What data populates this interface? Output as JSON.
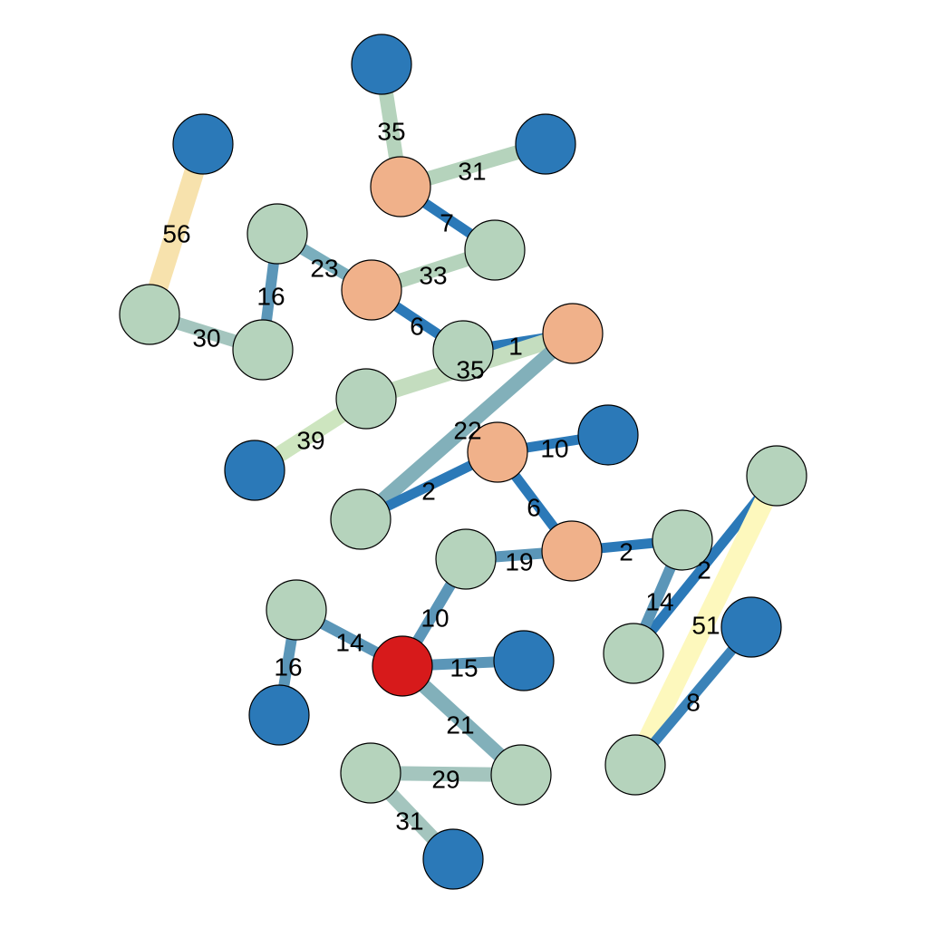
{
  "colors": {
    "background": "#ffffff",
    "node_blue": "#2b79b8",
    "node_green": "#b5d3bc",
    "node_orange": "#f0b18a",
    "node_red": "#d71a1b"
  },
  "graph": {
    "nodes": [
      {
        "id": "n1",
        "color": "#2b79b8"
      },
      {
        "id": "n2",
        "color": "#2b79b8"
      },
      {
        "id": "n3",
        "color": "#f0b18a"
      },
      {
        "id": "n4",
        "color": "#b5d3bc"
      },
      {
        "id": "n5",
        "color": "#2b79b8"
      },
      {
        "id": "n6",
        "color": "#b5d3bc"
      },
      {
        "id": "n7",
        "color": "#f0b18a"
      },
      {
        "id": "n8",
        "color": "#b5d3bc"
      },
      {
        "id": "n9",
        "color": "#b5d3bc"
      },
      {
        "id": "n10",
        "color": "#b5d3bc"
      },
      {
        "id": "n11",
        "color": "#f0b18a"
      },
      {
        "id": "n12",
        "color": "#b5d3bc"
      },
      {
        "id": "n13",
        "color": "#2b79b8"
      },
      {
        "id": "n14",
        "color": "#f0b18a"
      },
      {
        "id": "n15",
        "color": "#2b79b8"
      },
      {
        "id": "n16",
        "color": "#b5d3bc"
      },
      {
        "id": "n17",
        "color": "#b5d3bc"
      },
      {
        "id": "n18",
        "color": "#f0b18a"
      },
      {
        "id": "n19",
        "color": "#b5d3bc"
      },
      {
        "id": "n20",
        "color": "#b5d3bc"
      },
      {
        "id": "n21",
        "color": "#b5d3bc"
      },
      {
        "id": "n22",
        "color": "#d71a1b"
      },
      {
        "id": "n23",
        "color": "#2b79b8"
      },
      {
        "id": "n24",
        "color": "#b5d3bc"
      },
      {
        "id": "n25",
        "color": "#2b79b8"
      },
      {
        "id": "n26",
        "color": "#2b79b8"
      },
      {
        "id": "n27",
        "color": "#b5d3bc"
      },
      {
        "id": "n28",
        "color": "#b5d3bc"
      },
      {
        "id": "n29",
        "color": "#b5d3bc"
      },
      {
        "id": "n30",
        "color": "#2b79b8"
      }
    ],
    "edges": [
      {
        "source": "n1",
        "target": "n3",
        "label": "35",
        "color": "#b5d3bc",
        "width": 16
      },
      {
        "source": "n2",
        "target": "n3",
        "label": "31",
        "color": "#b5d3bc",
        "width": 16
      },
      {
        "source": "n3",
        "target": "n4",
        "label": "7",
        "color": "#2b79b8",
        "width": 11
      },
      {
        "source": "n4",
        "target": "n7",
        "label": "33",
        "color": "#b5d3bc",
        "width": 16
      },
      {
        "source": "n5",
        "target": "n6",
        "label": "56",
        "color": "#f7e2ad",
        "width": 22
      },
      {
        "source": "n6",
        "target": "n9",
        "label": "30",
        "color": "#a4c5be",
        "width": 14
      },
      {
        "source": "n8",
        "target": "n9",
        "label": "16",
        "color": "#5b96b8",
        "width": 12
      },
      {
        "source": "n8",
        "target": "n7",
        "label": "23",
        "color": "#7aaebd",
        "width": 13
      },
      {
        "source": "n7",
        "target": "n10",
        "label": "6",
        "color": "#2b79b8",
        "width": 11
      },
      {
        "source": "n10",
        "target": "n11",
        "label": "1",
        "color": "#2b79b8",
        "width": 11
      },
      {
        "source": "n11",
        "target": "n12",
        "label": "35",
        "color": "#c4ddbf",
        "width": 18
      },
      {
        "source": "n12",
        "target": "n13",
        "label": "39",
        "color": "#cde5bf",
        "width": 18
      },
      {
        "source": "n11",
        "target": "n16",
        "label": "22",
        "color": "#82b0ba",
        "width": 16
      },
      {
        "source": "n16",
        "target": "n14",
        "label": "2",
        "color": "#2b79b8",
        "width": 11
      },
      {
        "source": "n14",
        "target": "n15",
        "label": "10",
        "color": "#2b79b8",
        "width": 11
      },
      {
        "source": "n14",
        "target": "n18",
        "label": "6",
        "color": "#2b79b8",
        "width": 11
      },
      {
        "source": "n19",
        "target": "n18",
        "label": "19",
        "color": "#5b96b8",
        "width": 12
      },
      {
        "source": "n18",
        "target": "n20",
        "label": "2",
        "color": "#2b79b8",
        "width": 11
      },
      {
        "source": "n17",
        "target": "n24",
        "label": "2",
        "color": "#2b79b8",
        "width": 11
      },
      {
        "source": "n20",
        "target": "n24",
        "label": "14",
        "color": "#5b96b8",
        "width": 12
      },
      {
        "source": "n17",
        "target": "n27",
        "label": "51",
        "color": "#fdf8bd",
        "width": 22
      },
      {
        "source": "n25",
        "target": "n27",
        "label": "8",
        "color": "#3a82b8",
        "width": 11
      },
      {
        "source": "n19",
        "target": "n22",
        "label": "10",
        "color": "#5b96b8",
        "width": 12
      },
      {
        "source": "n21",
        "target": "n22",
        "label": "14",
        "color": "#5b96b8",
        "width": 12
      },
      {
        "source": "n21",
        "target": "n26",
        "label": "16",
        "color": "#5b96b8",
        "width": 12
      },
      {
        "source": "n22",
        "target": "n23",
        "label": "15",
        "color": "#5b96b8",
        "width": 12
      },
      {
        "source": "n22",
        "target": "n29",
        "label": "21",
        "color": "#82b0ba",
        "width": 16
      },
      {
        "source": "n28",
        "target": "n29",
        "label": "29",
        "color": "#a4c5be",
        "width": 16
      },
      {
        "source": "n28",
        "target": "n30",
        "label": "31",
        "color": "#a4c5be",
        "width": 16
      }
    ]
  }
}
